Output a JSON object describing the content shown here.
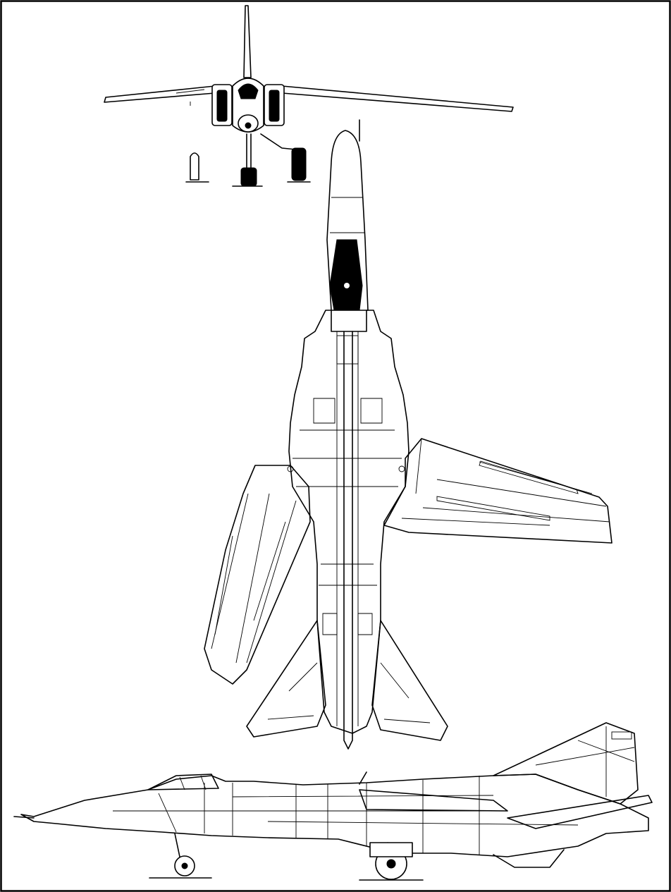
{
  "figure": {
    "views": [
      "front-view",
      "top-view",
      "side-view"
    ],
    "colors": {
      "line": "#000000",
      "background": "#ffffff",
      "frame": "#000000"
    }
  }
}
